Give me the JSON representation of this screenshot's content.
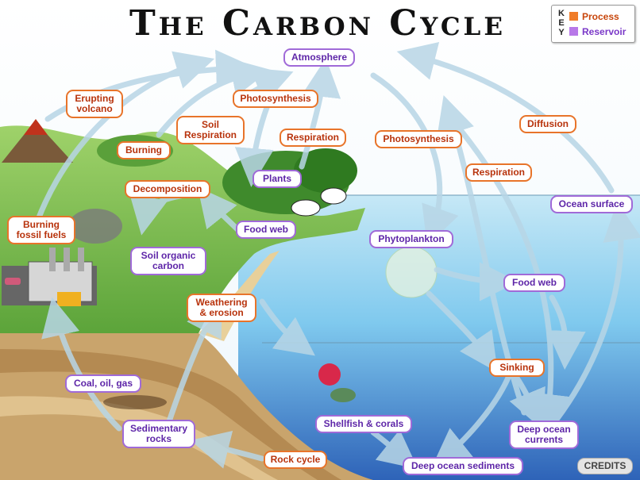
{
  "title": "The Carbon Cycle",
  "key": {
    "letters": [
      "K",
      "E",
      "Y"
    ],
    "process_label": "Process",
    "reservoir_label": "Reservoir",
    "process_color": "#f07c28",
    "reservoir_color": "#b878e8"
  },
  "labels": {
    "atmosphere": "Atmosphere",
    "erupting_volcano": "Erupting\nvolcano",
    "photosynthesis_land": "Photosynthesis",
    "soil_respiration": "Soil\nRespiration",
    "burning": "Burning",
    "respiration_land": "Respiration",
    "photosynthesis_ocean": "Photosynthesis",
    "diffusion": "Diffusion",
    "respiration_ocean": "Respiration",
    "plants": "Plants",
    "decomposition": "Decomposition",
    "ocean_surface": "Ocean surface",
    "burning_fossil_fuels": "Burning\nfossil fuels",
    "food_web_land": "Food web",
    "phytoplankton": "Phytoplankton",
    "soil_organic_carbon": "Soil organic\ncarbon",
    "food_web_ocean": "Food web",
    "weathering_erosion": "Weathering\n& erosion",
    "sinking": "Sinking",
    "coal_oil_gas": "Coal, oil, gas",
    "shellfish_corals": "Shellfish & corals",
    "sedimentary_rocks": "Sedimentary\nrocks",
    "deep_ocean_currents": "Deep ocean\ncurrents",
    "rock_cycle": "Rock cycle",
    "deep_ocean_sediments": "Deep ocean sediments"
  },
  "credits": "CREDITS"
}
